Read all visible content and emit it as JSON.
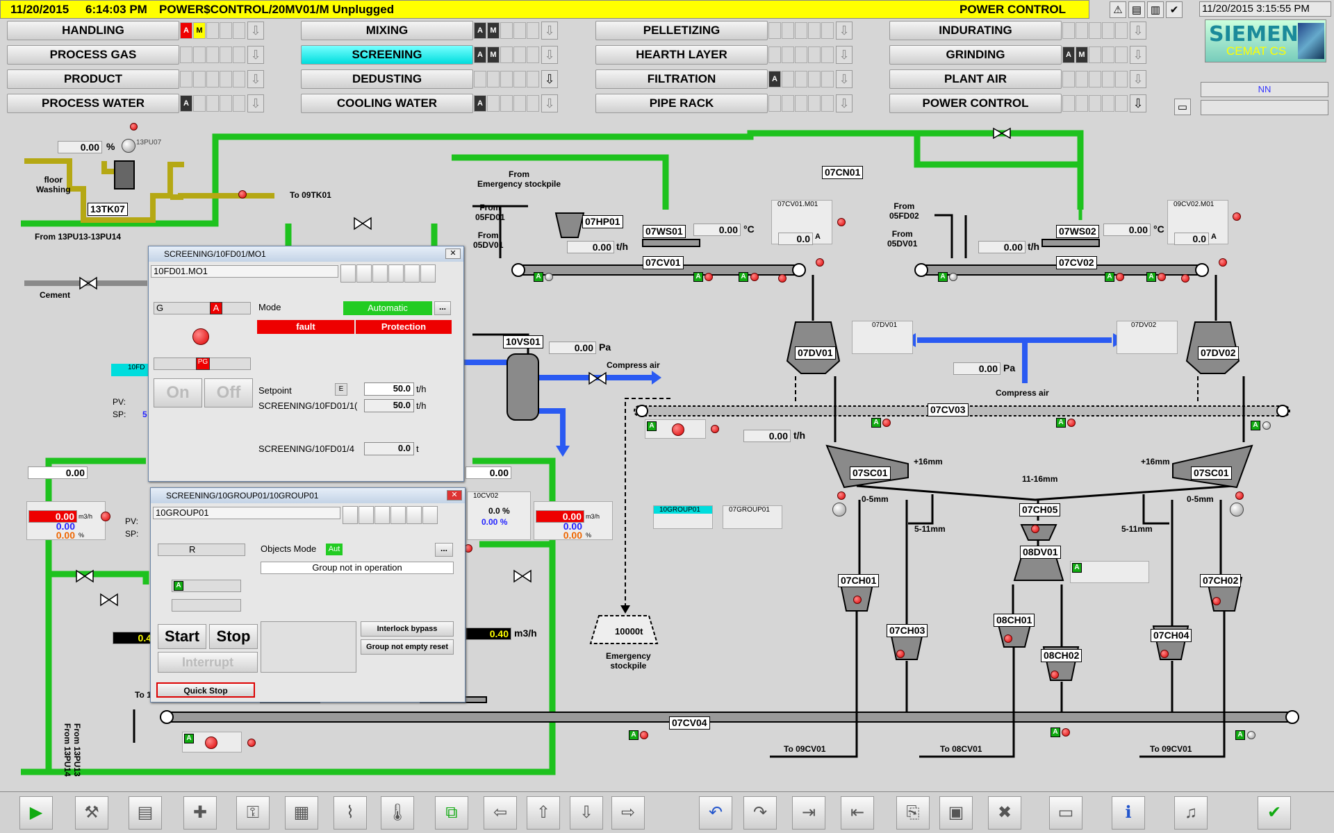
{
  "topbar": {
    "date": "11/20/2015",
    "time": "6:14:03 PM",
    "message": "POWER$CONTROL/20MV01/M Unplugged",
    "area": "POWER CONTROL",
    "clock": "11/20/2015 3:15:55 PM",
    "nn": "NN"
  },
  "areas": [
    {
      "label": "HANDLING",
      "slots": [
        "A",
        "M",
        "",
        "",
        ""
      ],
      "styles": [
        "r",
        "y",
        "",
        "",
        ""
      ],
      "dark": false,
      "sel": false
    },
    {
      "label": "MIXING",
      "slots": [
        "A",
        "M",
        "",
        "",
        ""
      ],
      "styles": [
        "d",
        "d",
        "",
        "",
        ""
      ],
      "dark": false,
      "sel": false
    },
    {
      "label": "PELLETIZING",
      "slots": [
        "",
        "",
        "",
        "",
        ""
      ],
      "styles": [
        "",
        "",
        "",
        "",
        ""
      ],
      "dark": false,
      "sel": false
    },
    {
      "label": "INDURATING",
      "slots": [
        "",
        "",
        "",
        "",
        ""
      ],
      "styles": [
        "",
        "",
        "",
        "",
        ""
      ],
      "dark": false,
      "sel": false
    },
    {
      "label": "PROCESS GAS",
      "slots": [
        "",
        "",
        "",
        "",
        ""
      ],
      "styles": [
        "",
        "",
        "",
        "",
        ""
      ],
      "dark": false,
      "sel": false
    },
    {
      "label": "SCREENING",
      "slots": [
        "A",
        "M",
        "",
        "",
        ""
      ],
      "styles": [
        "d",
        "d",
        "",
        "",
        ""
      ],
      "dark": false,
      "sel": true
    },
    {
      "label": "HEARTH LAYER",
      "slots": [
        "",
        "",
        "",
        "",
        ""
      ],
      "styles": [
        "",
        "",
        "",
        "",
        ""
      ],
      "dark": false,
      "sel": false
    },
    {
      "label": "GRINDING",
      "slots": [
        "A",
        "M",
        "",
        "",
        ""
      ],
      "styles": [
        "d",
        "d",
        "",
        "",
        ""
      ],
      "dark": false,
      "sel": false
    },
    {
      "label": "PRODUCT",
      "slots": [
        "",
        "",
        "",
        "",
        ""
      ],
      "styles": [
        "",
        "",
        "",
        "",
        ""
      ],
      "dark": false,
      "sel": false
    },
    {
      "label": "DEDUSTING",
      "slots": [
        "",
        "",
        "",
        "",
        ""
      ],
      "styles": [
        "",
        "",
        "",
        "",
        ""
      ],
      "dark": true,
      "sel": false
    },
    {
      "label": "FILTRATION",
      "slots": [
        "A",
        "",
        "",
        "",
        ""
      ],
      "styles": [
        "d",
        "",
        "",
        "",
        ""
      ],
      "dark": false,
      "sel": false
    },
    {
      "label": "PLANT AIR",
      "slots": [
        "",
        "",
        "",
        "",
        ""
      ],
      "styles": [
        "",
        "",
        "",
        "",
        ""
      ],
      "dark": false,
      "sel": false
    },
    {
      "label": "PROCESS WATER",
      "slots": [
        "A",
        "",
        "",
        "",
        ""
      ],
      "styles": [
        "d",
        "",
        "",
        "",
        ""
      ],
      "dark": false,
      "sel": false
    },
    {
      "label": "COOLING WATER",
      "slots": [
        "A",
        "",
        "",
        "",
        ""
      ],
      "styles": [
        "d",
        "",
        "",
        "",
        ""
      ],
      "dark": false,
      "sel": false
    },
    {
      "label": "PIPE RACK",
      "slots": [
        "",
        "",
        "",
        "",
        ""
      ],
      "styles": [
        "",
        "",
        "",
        "",
        ""
      ],
      "dark": false,
      "sel": false
    },
    {
      "label": "POWER CONTROL",
      "slots": [
        "",
        "",
        "",
        "",
        ""
      ],
      "styles": [
        "",
        "",
        "",
        "",
        ""
      ],
      "dark": true,
      "sel": false
    }
  ],
  "logo": {
    "brand": "SIEMENS",
    "product": "CEMAT CS"
  },
  "process": {
    "tags": {
      "tk07": "13TK07",
      "hp01": "07HP01",
      "ws01": "07WS01",
      "cv01": "07CV01",
      "ws02": "07WS02",
      "cv02": "07CV02",
      "cn01": "07CN01",
      "vs01": "10VS01",
      "dv01": "07DV01",
      "dv02": "07DV02",
      "cv03": "07CV03",
      "sc01a": "07SC01",
      "sc01b": "07SC01",
      "ch05": "07CH05",
      "dv08": "08DV01",
      "ch01": "07CH01",
      "ch03": "07CH03",
      "ch01b": "08CH01",
      "ch02b": "08CH02",
      "ch04": "07CH04",
      "ch02": "07CH02",
      "cv04": "07CV04",
      "pu07": "13PU07",
      "stockpile": "10000t"
    },
    "small": {
      "cv01m": "07CV01.M01",
      "cv02m": "09CV02.M01",
      "dv01s": "07DV01",
      "dv02s": "07DV02",
      "g10": "10GROUP01",
      "g07": "07GROUP01",
      "cv02b": "10CV02",
      "fd": "10FD"
    },
    "labels": {
      "floor": "floor\nWashing",
      "from13": "From 13PU13-13PU14",
      "to09tk": "To 09TK01",
      "cement": "Cement",
      "fromEmerg": "From\nEmergency stockpile",
      "from05fd01": "From\n05FD01",
      "from05dv01": "From\n05DV01",
      "from05fd02": "From\n05FD02",
      "from05dv01b": "From\n05DV01",
      "compress1": "Compress air",
      "compress2": "Compress air",
      "emergency": "Emergency\nstockpile",
      "plus16a": "+16mm",
      "plus16b": "+16mm",
      "r1116": "11-16mm",
      "r05a": "0-5mm",
      "r05b": "0-5mm",
      "r511a": "5-11mm",
      "r511b": "5-11mm",
      "to09cv01a": "To 09CV01",
      "to08cv01": "To 08CV01",
      "to09cv01b": "To 09CV01",
      "from13pu": "From 13PU13\nFrom 13PU14",
      "to1": "To 1",
      "pv": "PV:",
      "sp": "SP:",
      "pv2": "PV:",
      "sp2": "SP:",
      "m3h": "m3/h"
    },
    "values": {
      "pu07": "0.00",
      "pu07u": "%",
      "tph1": "0.00",
      "tph1u": "t/h",
      "temp1": "0.00",
      "temp1u": "°C",
      "amp1": "0.0",
      "amp1u": "A",
      "tph2": "0.00",
      "tph2u": "t/h",
      "temp2": "0.00",
      "temp2u": "°C",
      "amp2": "0.0",
      "amp2u": "A",
      "pa1": "0.00",
      "pa1u": "Pa",
      "pa2": "0.00",
      "pa2u": "Pa",
      "tph3": "0.00",
      "tph3u": "t/h",
      "left1": "0.00",
      "left2": "0.00",
      "lred": "0.00",
      "lblue": "0.00",
      "lorange": "0.00",
      "lunit": "m3/h",
      "lpct": "%",
      "r1": "0.00",
      "rred": "0.00",
      "rblue": "0.00",
      "rorange": "0.00",
      "runit": "m3/h",
      "rpct": "%",
      "cv02pct": "0.0 %",
      "cv02blue": "0.00 %",
      "y1": "0.4",
      "y2": "0.40",
      "y2u": "m3/h",
      "sp5": "5"
    }
  },
  "win1": {
    "title": "SCREENING/10FD01/MO1",
    "name": "10FD01.MO1",
    "g": "G",
    "a": "A",
    "mode_label": "Mode",
    "mode_value": "Automatic",
    "fault": "fault",
    "protection": "Protection",
    "pg": "PG",
    "on": "On",
    "off": "Off",
    "setpoint": "Setpoint",
    "e": "E",
    "sp_val": "50.0",
    "sp_unit": "t/h",
    "pv_label": "SCREENING/10FD01/1(",
    "pv_val": "50.0",
    "pv_unit": "t/h",
    "tot_label": "SCREENING/10FD01/4",
    "tot_val": "0.0",
    "tot_unit": "t",
    "more": "..."
  },
  "win2": {
    "title": "SCREENING/10GROUP01/10GROUP01",
    "name": "10GROUP01",
    "r": "R",
    "a": "A",
    "objmode": "Objects Mode",
    "aut": "Aut",
    "status": "Group not in operation",
    "start": "Start",
    "stop": "Stop",
    "interrupt": "Interrupt",
    "quick": "Quick Stop",
    "bypass": "Interlock bypass",
    "reset": "Group not empty reset",
    "more": "..."
  },
  "toolbar": {
    "icons": [
      "play-icon",
      "maintenance-icon",
      "alarm-list-icon",
      "new-alarm-icon",
      "lock-icon",
      "report-icon",
      "trend-icon",
      "thermometer-icon",
      "screen-switch-icon",
      "arrow-left-icon",
      "arrow-up-icon",
      "arrow-down-icon",
      "arrow-right-icon",
      "undo-icon",
      "redo-icon",
      "login-icon",
      "logout-icon",
      "copy-icon",
      "paste-icon",
      "delete-icon",
      "monitor-icon",
      "info-icon",
      "sound-icon",
      "acknowledge-icon"
    ]
  }
}
